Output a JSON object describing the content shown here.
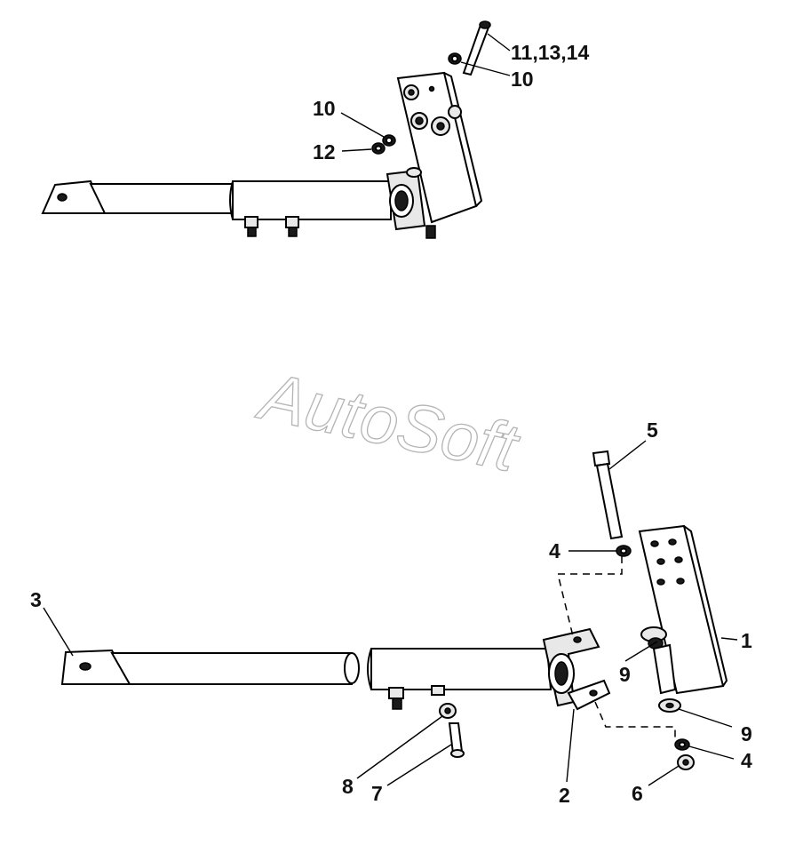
{
  "watermark": "AutoSoft",
  "top_assembly": {
    "callouts": {
      "c_11_13_14": "11,13,14",
      "c_10_right": "10",
      "c_10_left": "10",
      "c_12": "12"
    }
  },
  "bottom_assembly": {
    "callouts": {
      "c_5": "5",
      "c_4_top": "4",
      "c_3": "3",
      "c_1": "1",
      "c_9_mid": "9",
      "c_9_right": "9",
      "c_4_bottom": "4",
      "c_8": "8",
      "c_7": "7",
      "c_2": "2",
      "c_6": "6"
    }
  }
}
